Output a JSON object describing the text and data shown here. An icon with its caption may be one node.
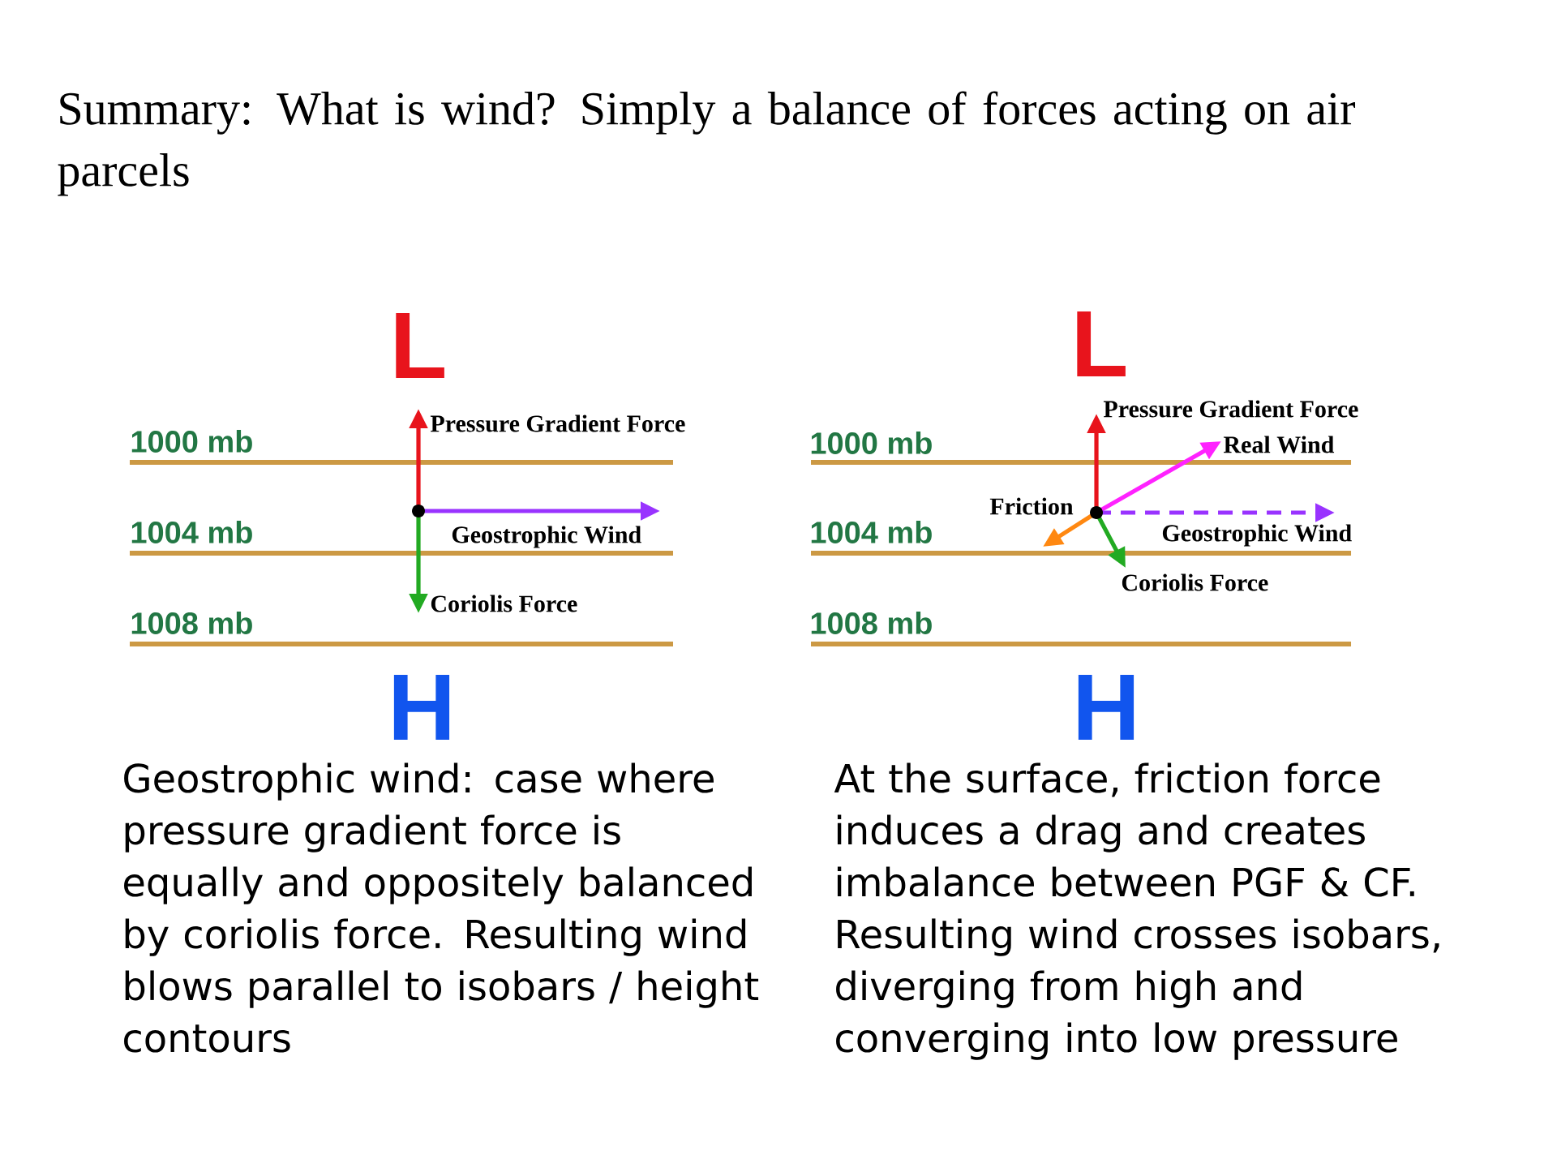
{
  "diagram": {
    "title": "Summary:  What is wind?  Simply a balance of forces acting on air parcels",
    "labels": [
      "L",
      "Pressure Gradient Force",
      "1000 mb",
      "1004 mb",
      "Geostrophic Wind",
      "Coriolis Force",
      "1008 mb",
      "H",
      "L",
      "Pressure Gradient Force",
      "1000 mb",
      "Real Wind",
      "Friction",
      "1004 mb",
      "Geostrophic Wind",
      "Coriolis Force",
      "1008 mb",
      "H",
      "Geostrophic wind: case where pressure gradient force is equally and oppositely balanced by coriolis force. Resulting wind blows parallel to isobars / height contours",
      "At the surface, friction force induces a drag and creates imbalance between PGF & CF.  Resulting wind crosses isobars, diverging from high and converging into low pressure"
    ]
  }
}
